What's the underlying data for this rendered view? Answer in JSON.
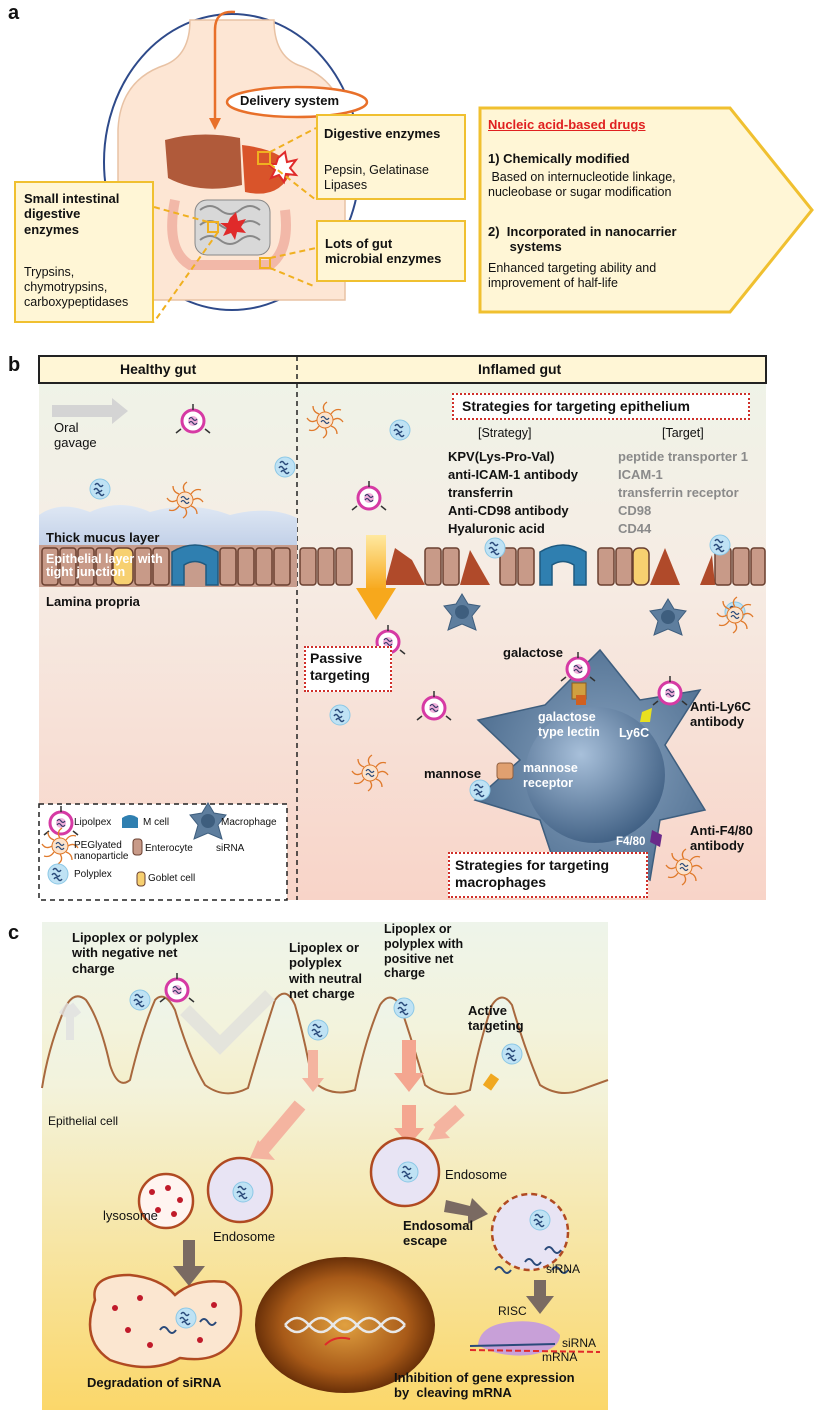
{
  "panel_a": {
    "letter": "a",
    "delivery_system": "Delivery system",
    "small_intestinal": {
      "title": "Small intestinal\ndigestive\nenzymes",
      "body": "Trypsins,\nchymotrypsins,\ncarboxypeptidases"
    },
    "digestive": {
      "title": "Digestive enzymes",
      "body": "Pepsin, Gelatinase\nLipases"
    },
    "gut_microbial": {
      "title": "Lots of gut\nmicrobial enzymes"
    },
    "nucleic": {
      "title": "Nucleic acid-based drugs",
      "item1_title": "1)  Chemically modified",
      "item1_body": " Based on internucleotide linkage,\nnucleobase or sugar modification",
      "item2_title": "2)  Incorporated in nanocarrier\n      systems",
      "item2_body": "Enhanced targeting ability and\nimprovement of half-life"
    }
  },
  "panel_b": {
    "letter": "b",
    "healthy_gut": "Healthy gut",
    "inflamed_gut": "Inflamed gut",
    "oral_gavage": "Oral\ngavage",
    "epithelium_title": "Strategies for targeting epithelium",
    "strategy_head": "[Strategy]",
    "target_head": "[Target]",
    "strategies": [
      "KPV(Lys-Pro-Val)",
      "anti-ICAM-1 antibody",
      "transferrin",
      "Anti-CD98 antibody",
      "Hyaluronic acid"
    ],
    "targets": [
      "peptide transporter 1",
      "ICAM-1",
      "transferrin receptor",
      "CD98",
      "CD44"
    ],
    "thick_mucus": "Thick mucus layer",
    "epithelial_layer": "Epithelial layer with\ntight junction",
    "lamina_propria": "Lamina propria",
    "passive_targeting": "Passive\ntargeting",
    "galactose": "galactose",
    "galactose_lectin": "galactose\ntype lectin",
    "ly6c": "Ly6C",
    "anti_ly6c": "Anti-Ly6C\nantibody",
    "mannose": "mannose",
    "mannose_receptor": "mannose\nreceptor",
    "f480": "F4/80",
    "anti_f480": "Anti-F4/80\nantibody",
    "macrophage_title": "Strategies for targeting\nmacrophages",
    "legend": {
      "lipolpex": "Lipolpex",
      "m_cell": "M cell",
      "macrophage": "Macrophage",
      "pegylated": "PEGlyated\nnanoparticle",
      "enterocyte": "Enterocyte",
      "sirna": "siRNA",
      "polyplex": "Polyplex",
      "goblet": "Goblet cell"
    }
  },
  "panel_c": {
    "letter": "c",
    "negative": "Lipoplex or polyplex\nwith negative net\ncharge",
    "neutral": "Lipoplex or\npolyplex\nwith neutral\nnet charge",
    "positive": "Lipoplex or\npolyplex with\npositive net\ncharge",
    "active": "Active\ntargeting",
    "epithelial_cell": "Epithelial cell",
    "lysosome": "lysosome",
    "endosome_left": "Endosome",
    "endosome_right": "Endosome",
    "endosomal_escape": "Endosomal\nescape",
    "sirna": "siRNA",
    "risc": "RISC",
    "sirna2": "siRNA",
    "mrna": "mRNA",
    "degradation": "Degradation of siRNA",
    "inhibition": "Inhibition of gene expression\nby  cleaving mRNA"
  },
  "colors": {
    "yellow_border": "#f0c030",
    "yellow_fill": "#fff6d6",
    "orange": "#e87a2c",
    "red_title": "#e02020",
    "dashed_red": "#d0302a",
    "lipoplex": "#d63aa4",
    "polyplex": "#7fc6e8",
    "macrophage": "#5e7e9e",
    "villus": "#a8683e"
  }
}
